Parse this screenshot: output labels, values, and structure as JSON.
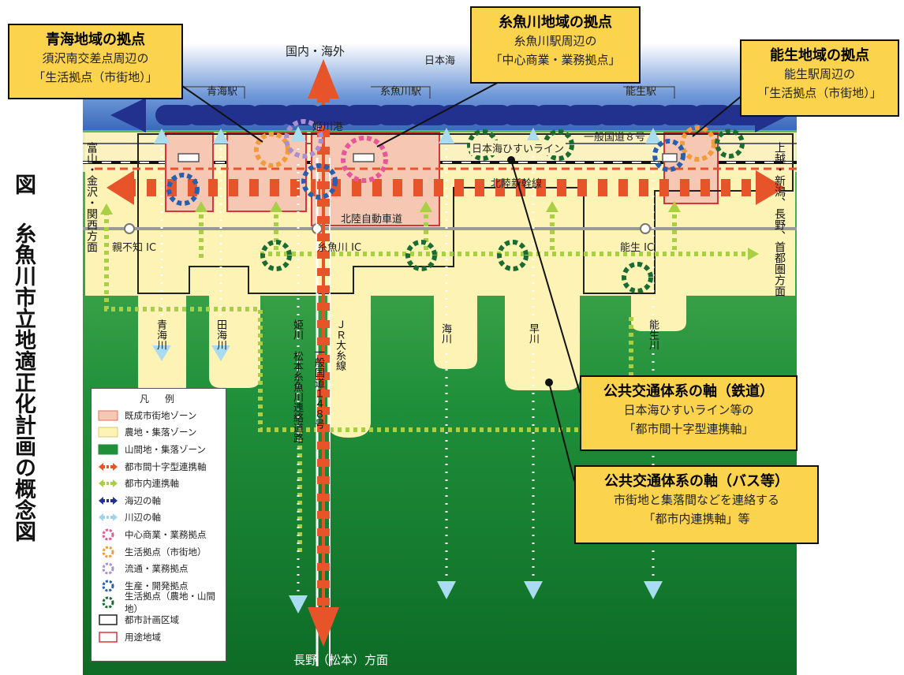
{
  "title": "図　糸魚川市立地適正化計画の概念図",
  "title_parts": {
    "fig": "図",
    "main": "糸魚川市立地適正化計画の概念図"
  },
  "callouts": {
    "oumi": {
      "heading": "青海地域の拠点",
      "line1": "須沢南交差点周辺の",
      "line2": "「生活拠点（市街地）」"
    },
    "itoigawa": {
      "heading": "糸魚川地域の拠点",
      "line1": "糸魚川駅周辺の",
      "line2": "「中心商業・業務拠点」"
    },
    "nou": {
      "heading": "能生地域の拠点",
      "line1": "能生駅周辺の",
      "line2": "「生活拠点（市街地）」"
    },
    "rail": {
      "heading": "公共交通体系の軸（鉄道）",
      "line1": "日本海ひすいライン等の",
      "line2": "「都市間十字型連携軸」"
    },
    "bus": {
      "heading": "公共交通体系の軸（バス等）",
      "line1": "市街地と集落間などを連絡する",
      "line2": "「都市内連携軸」等"
    }
  },
  "map_labels": {
    "domestic": "国内・海外",
    "sea_of_japan": "日本海",
    "oumi_station": "青海駅",
    "itoigawa_station": "糸魚川駅",
    "nou_station": "能生駅",
    "himekawa_port": "姫川港",
    "route8": "一般国道８号",
    "hisui_line": "日本海ひすいライン",
    "shinkansen": "北陸新幹線",
    "expressway": "北陸自動車道",
    "oyashirazu_ic": "親不知 IC",
    "itoigawa_ic": "糸魚川 IC",
    "nou_ic": "能生 IC",
    "west_direction": "富山・金沢・関西方面",
    "east_direction": "上越・新潟、長野、首都圏方面",
    "south_direction": "長野（松本）方面",
    "river_oumi": "青海川",
    "river_tami": "田海川",
    "river_hime": "姫川",
    "road_matsumoto": "松本糸魚川連絡道路",
    "route148": "一般国道１４８号",
    "jr_oito": "ＪＲ大糸線",
    "river_umi": "海川",
    "river_haya": "早川",
    "river_nou": "能生川"
  },
  "legend": {
    "title": "凡　例",
    "items": [
      {
        "label": "既成市街地ゾーン",
        "kind": "fill",
        "color": "#f6c8b4",
        "border": "#d9745f"
      },
      {
        "label": "農地・集落ゾーン",
        "kind": "fill",
        "color": "#fdf3b5",
        "border": "#d8c875"
      },
      {
        "label": "山間地・集落ゾーン",
        "kind": "fill",
        "color": "#1f8f3a",
        "border": "#1f8f3a"
      },
      {
        "label": "都市間十字型連携軸",
        "kind": "axis",
        "color": "#e8542a"
      },
      {
        "label": "都市内連携軸",
        "kind": "axis",
        "color": "#a8cf45"
      },
      {
        "label": "海辺の軸",
        "kind": "axis",
        "color": "#23318e"
      },
      {
        "label": "川辺の軸",
        "kind": "axis",
        "color": "#9fd4ea"
      },
      {
        "label": "中心商業・業務拠点",
        "kind": "ring",
        "color": "#e8569a"
      },
      {
        "label": "生活拠点（市街地）",
        "kind": "ring",
        "color": "#f29b38"
      },
      {
        "label": "流通・業務拠点",
        "kind": "ring",
        "color": "#a98fd2"
      },
      {
        "label": "生産・開発拠点",
        "kind": "ring",
        "color": "#2760b0"
      },
      {
        "label": "生活拠点（農地・山間地）",
        "kind": "ring",
        "color": "#1c6b33"
      },
      {
        "label": "都市計画区域",
        "kind": "box",
        "color": "#222222"
      },
      {
        "label": "用途地域",
        "kind": "box",
        "color": "#d8343a"
      }
    ]
  },
  "colors": {
    "sky": "#4c78c9",
    "mountain": "#1f8f3a",
    "urban_zone": "#f6c8b4",
    "farm_zone": "#fdf3b5",
    "callout": "#fcd34d",
    "intercity_axis": "#e8542a",
    "intracity_axis": "#a8cf45",
    "sea_axis": "#23318e",
    "river_axis": "#9fd4ea"
  }
}
